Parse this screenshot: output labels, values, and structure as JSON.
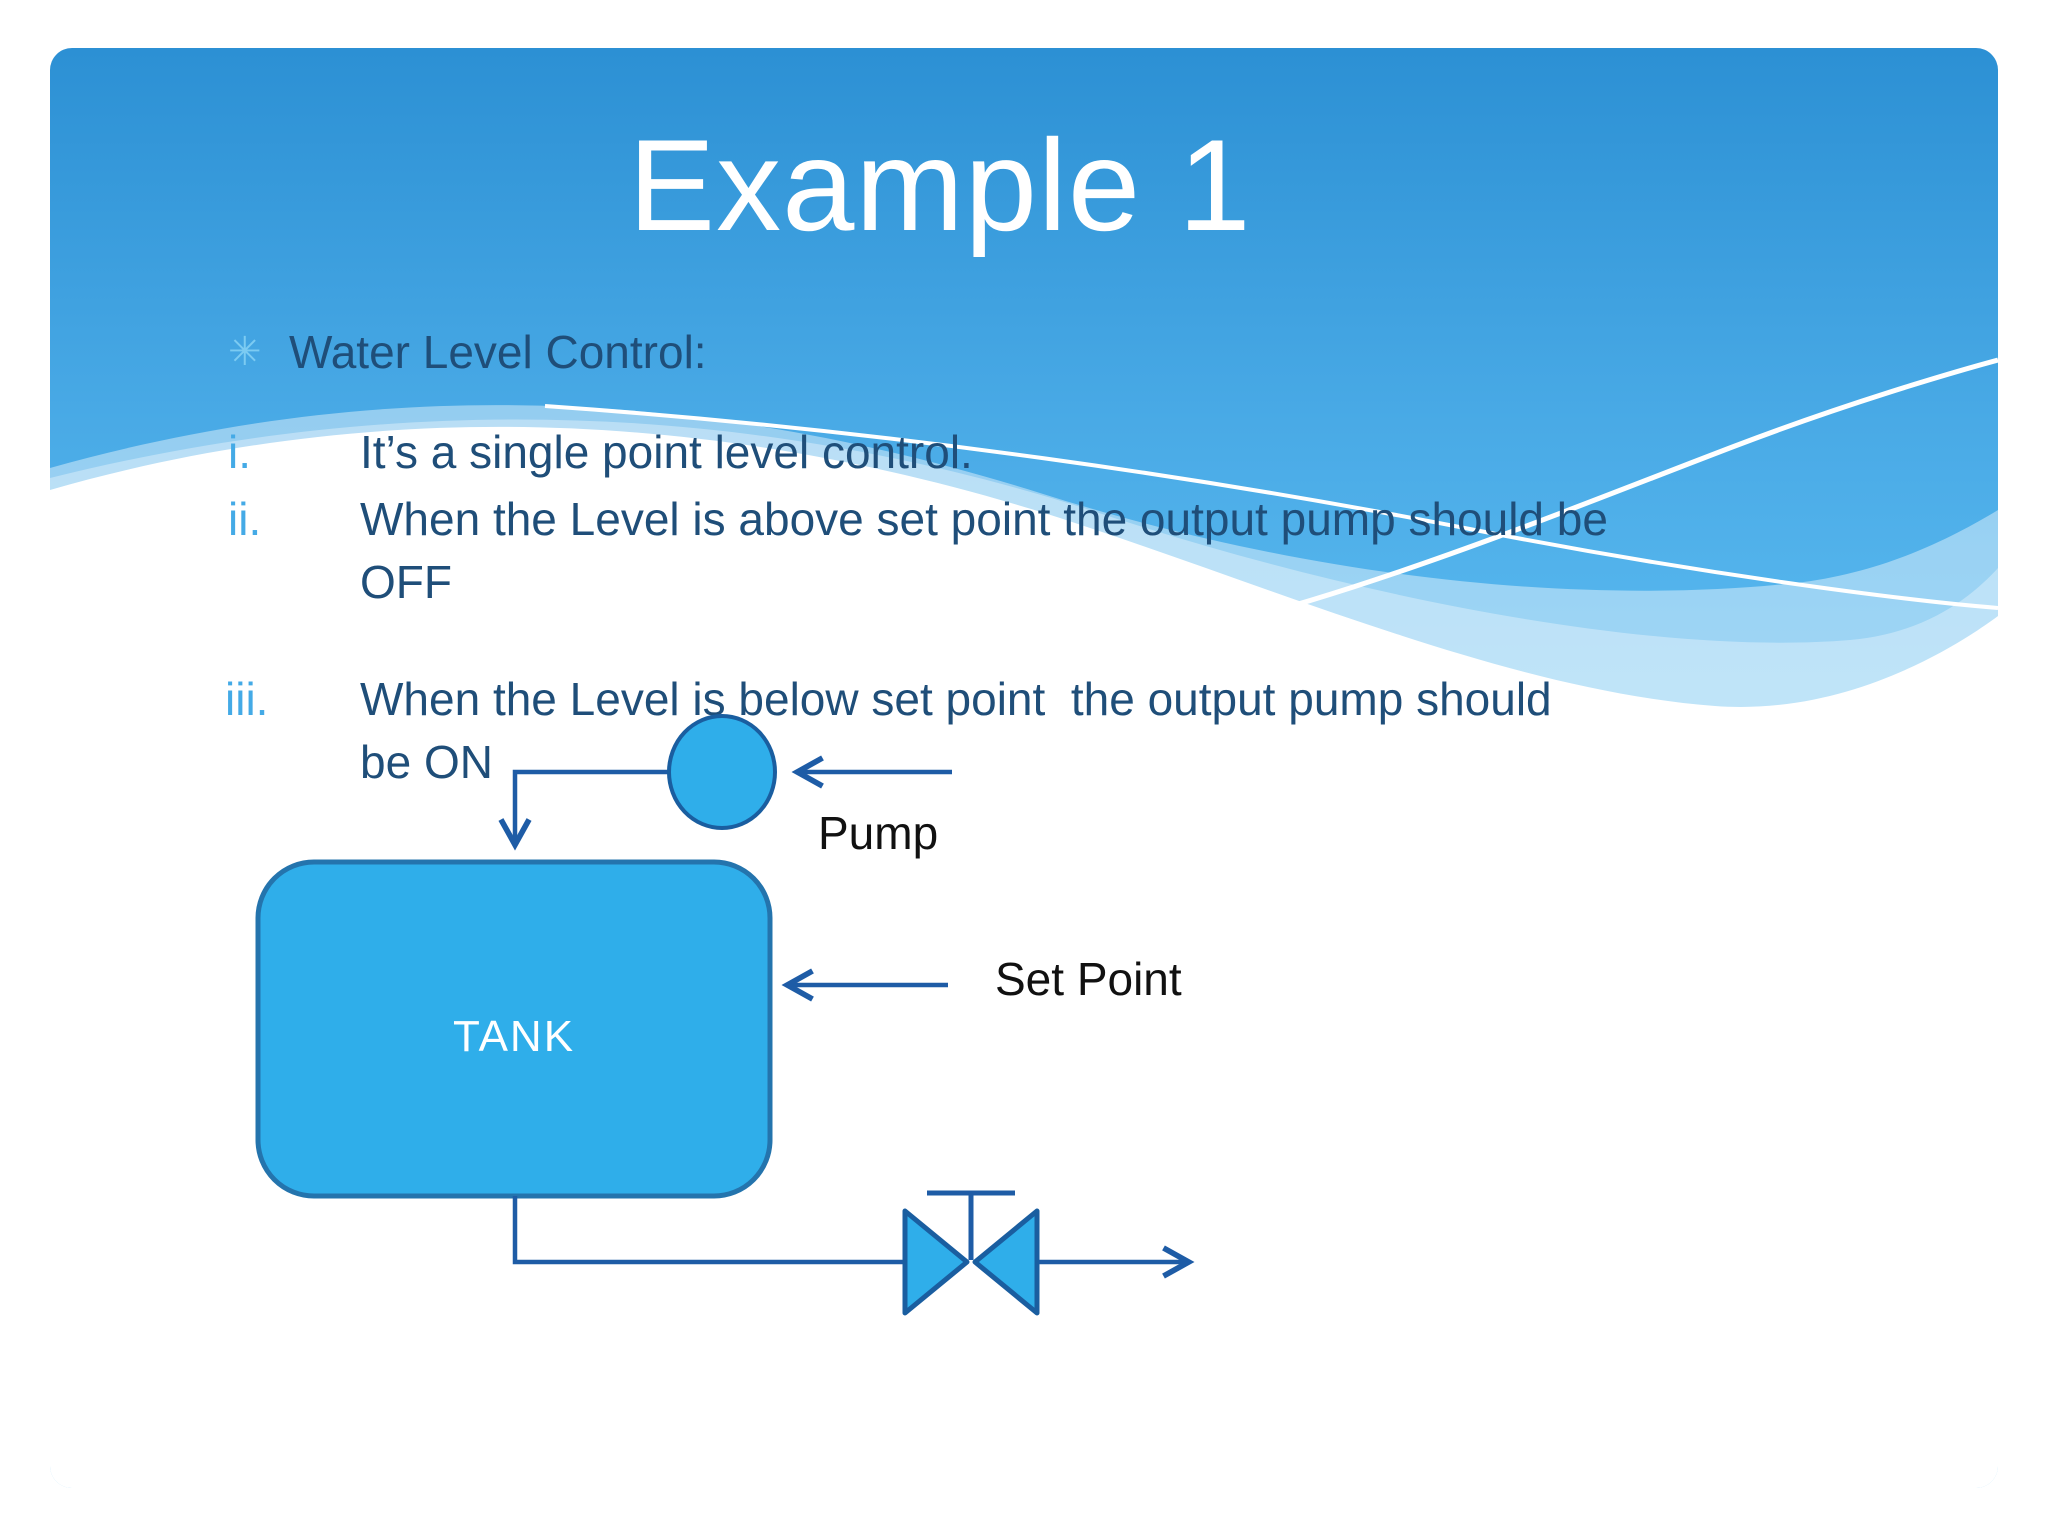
{
  "slide": {
    "title": "Example 1",
    "bullet_marker": "✳",
    "bullet_text": "Water Level Control:",
    "items": [
      {
        "num": "i.",
        "line1": "It’s a single point level control.",
        "line2": ""
      },
      {
        "num": "ii.",
        "line1": "When the Level is above set point the output pump should be",
        "line2": "OFF"
      },
      {
        "num": "iii.",
        "line1": "When the Level is below set point  the output pump should",
        "line2": "be ON"
      }
    ]
  },
  "diagram": {
    "pump_label": "Pump",
    "setpoint_label": "Set Point",
    "tank_label": "TANK"
  },
  "colors": {
    "title": "#FFFFFF",
    "body_text": "#1F4E79",
    "list_numeral": "#44AAE6",
    "bullet_marker": "#7CCBF2",
    "label_text": "#111111",
    "shape_fill": "#2FAEEA",
    "shape_stroke": "#2474AD",
    "line": "#1E5CA6",
    "gradient_top": "#2C90D4",
    "gradient_bottom": "#60BDF1"
  }
}
